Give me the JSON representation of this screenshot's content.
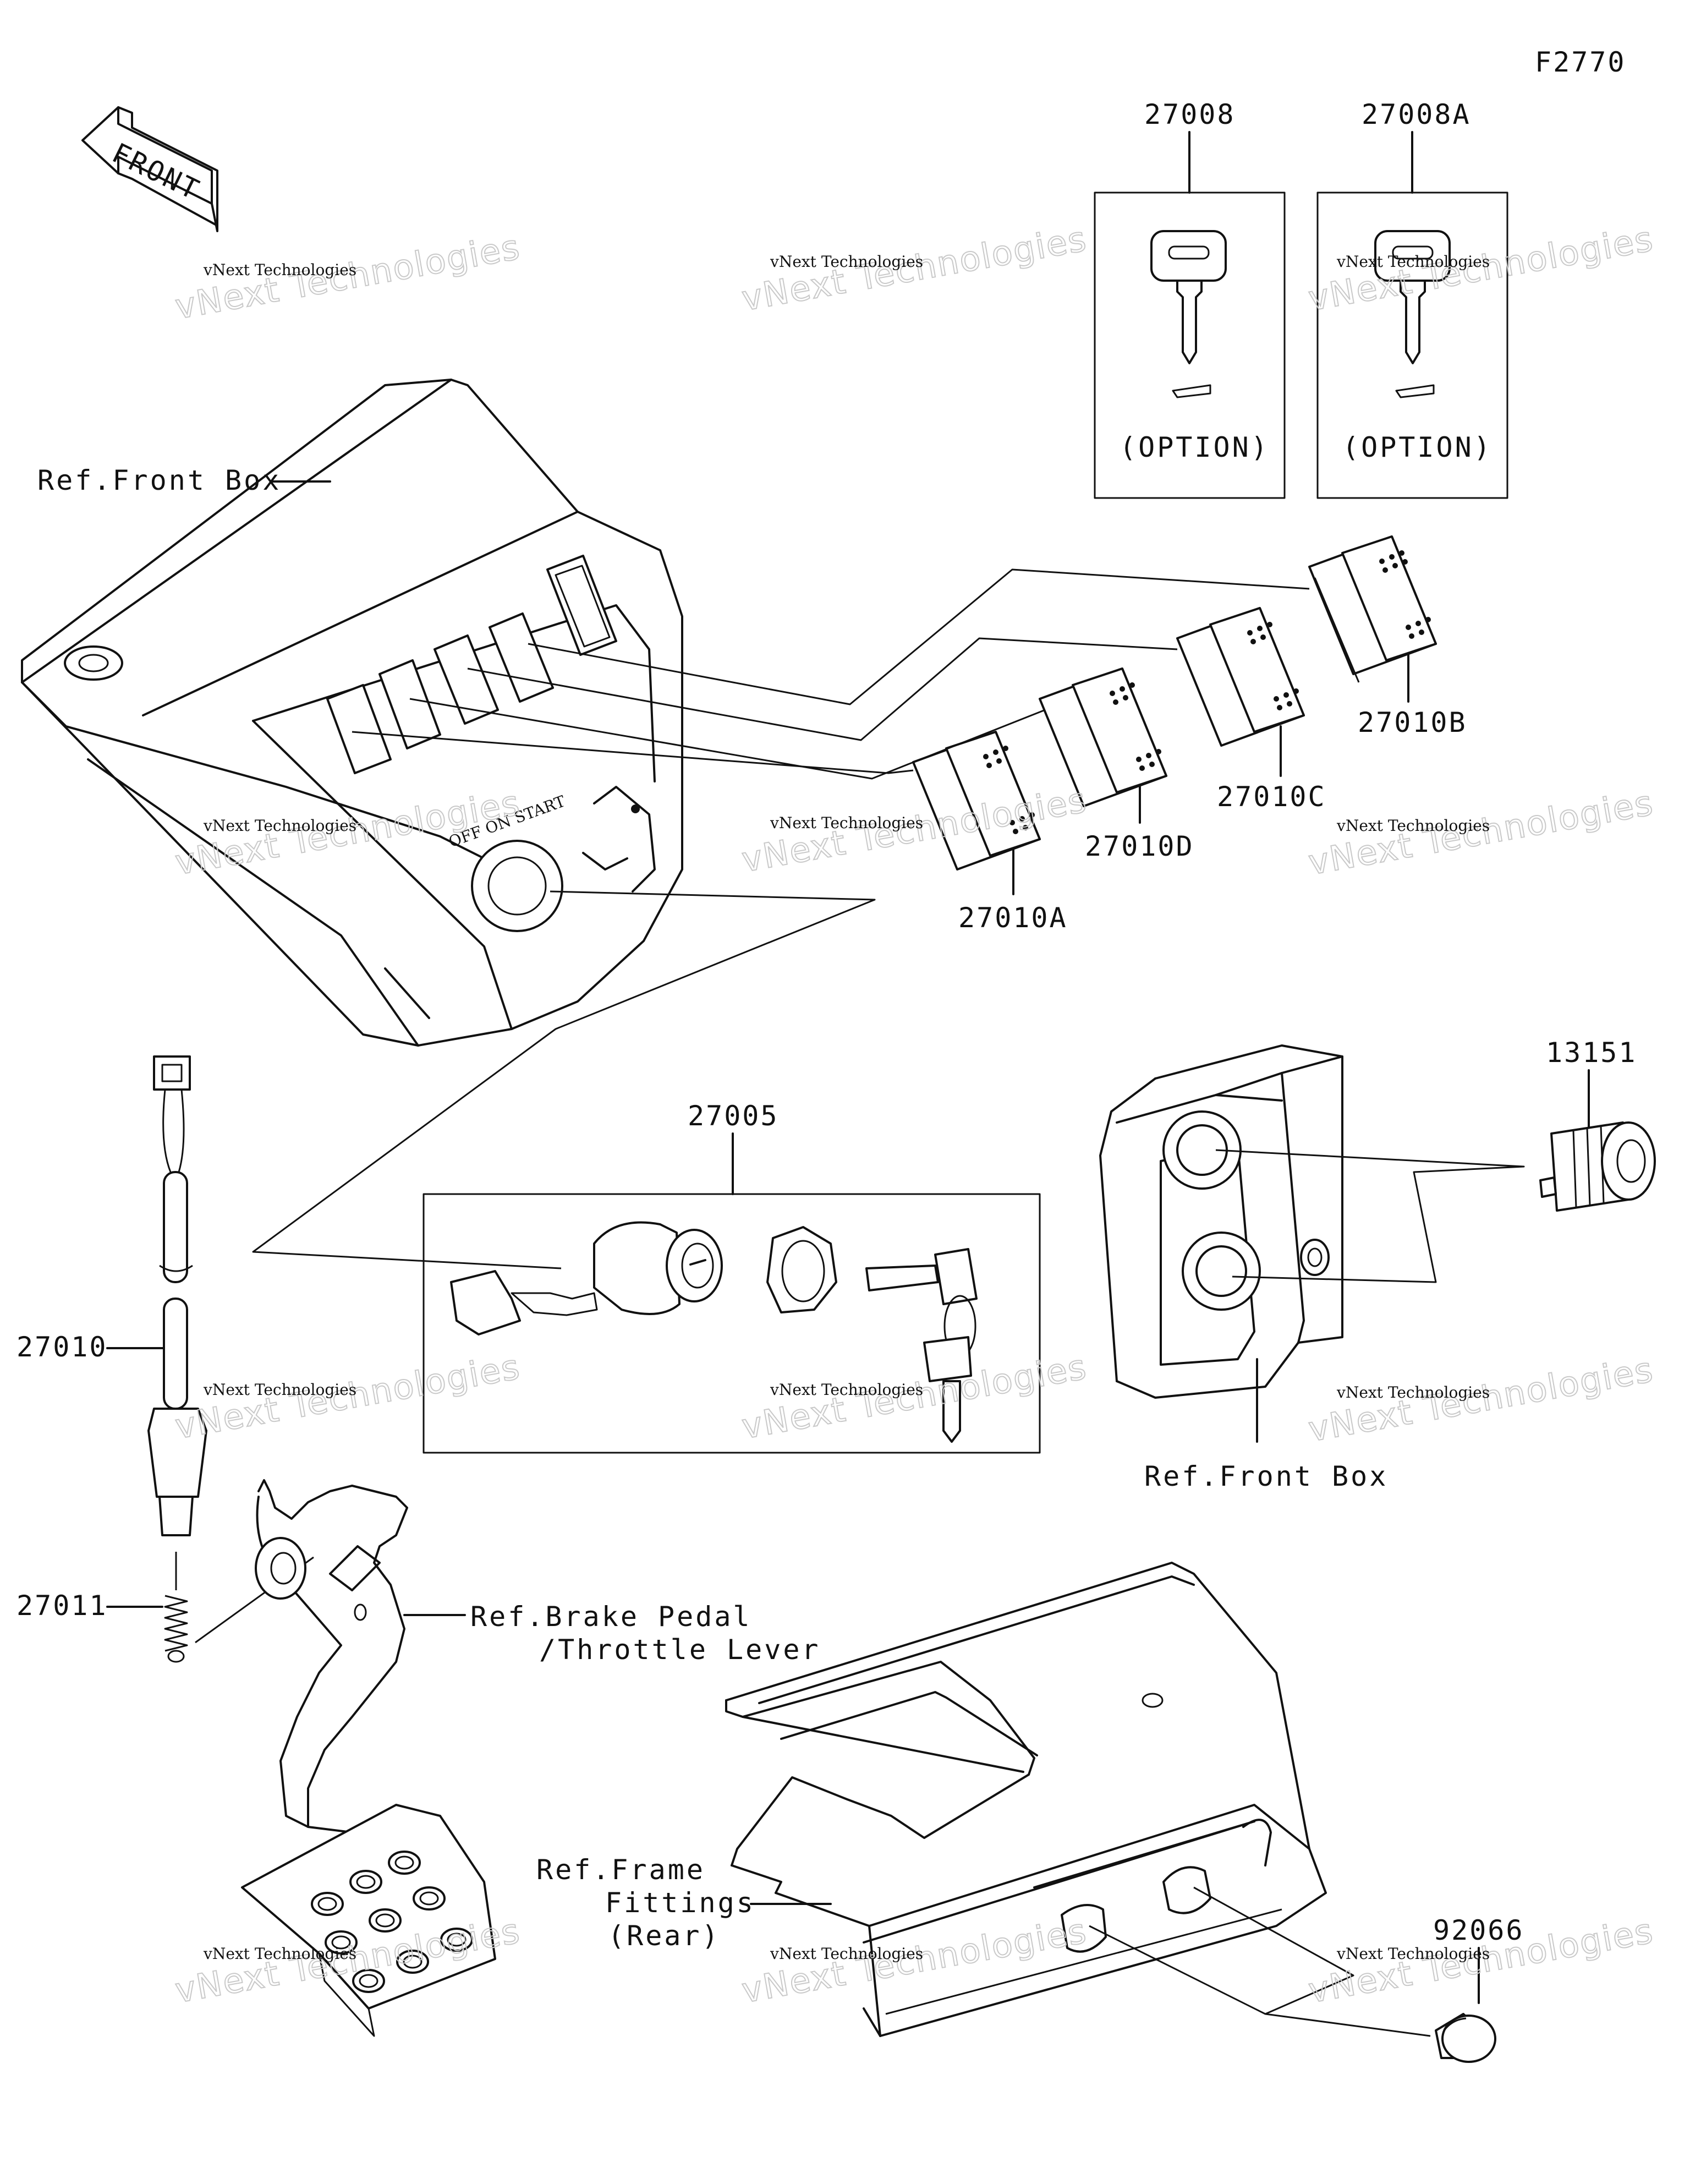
{
  "figure_code": "F2770",
  "front_arrow": {
    "text": "FRONT"
  },
  "parts": {
    "key_option_1": {
      "number": "27008",
      "note": "(OPTION)"
    },
    "key_option_2": {
      "number": "27008A",
      "note": "(OPTION)"
    },
    "switch_b": "27010B",
    "switch_c": "27010C",
    "switch_d": "27010D",
    "switch_a": "27010A",
    "ignition_switch": "27005",
    "socket": "13151",
    "brake_switch": "27010",
    "spring": "27011",
    "cap": "92066"
  },
  "references": {
    "front_box_top": "Ref.Front Box",
    "front_box_right": "Ref.Front Box",
    "brake_pedal_line1": "Ref.Brake Pedal",
    "brake_pedal_line2": "/Throttle Lever",
    "frame_line1": "Ref.Frame",
    "frame_line2": "Fittings",
    "frame_line3": "(Rear)"
  },
  "watermark": {
    "line1": "vNext Technologies",
    "line2": "vNext Technologies"
  }
}
